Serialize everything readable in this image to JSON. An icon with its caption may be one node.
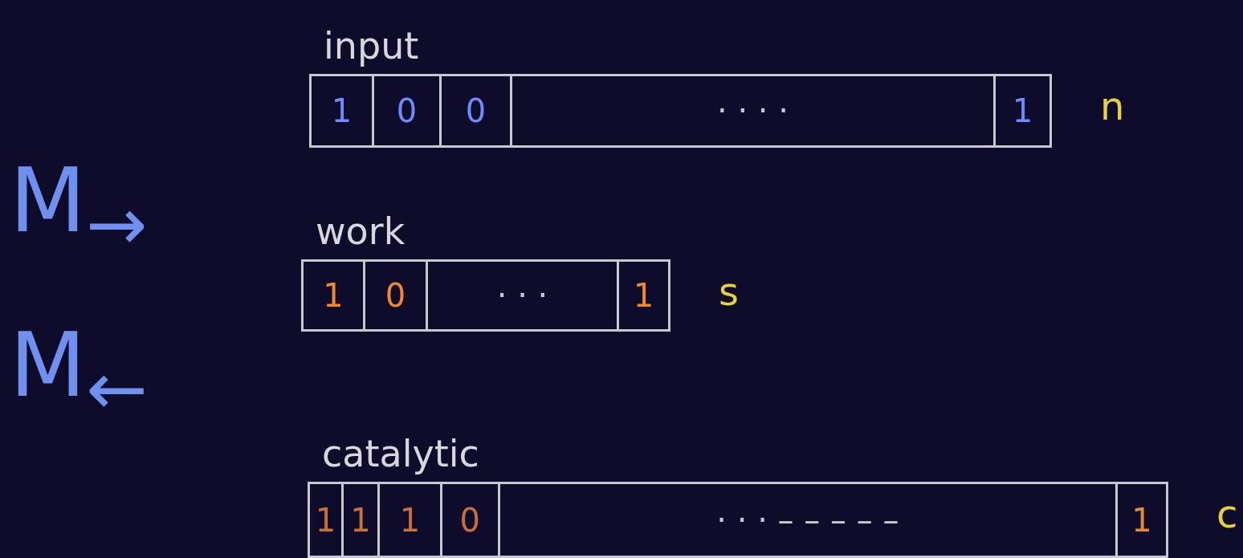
{
  "diagram": {
    "nodes": [
      {
        "text": [
          "input"
        ],
        "beside": [
          "n"
        ]
      },
      {
        "text": [
          "1"
        ],
        "in": 0
      },
      {
        "text": [
          "0"
        ],
        "in": 0
      },
      {
        "text": [
          "0"
        ],
        "in": 0
      },
      {
        "text": [
          "· · · ·"
        ],
        "in": 0
      },
      {
        "text": [
          "1"
        ],
        "in": 0
      },
      {
        "text": [
          "work"
        ],
        "beside": [
          "s"
        ]
      },
      {
        "text": [
          "1"
        ],
        "in": 6
      },
      {
        "text": [
          "0"
        ],
        "in": 6
      },
      {
        "text": [
          "· · ·"
        ],
        "in": 6
      },
      {
        "text": [
          "1"
        ],
        "in": 6
      },
      {
        "text": [
          "catalytic"
        ],
        "beside": [
          "c"
        ]
      },
      {
        "text": [
          "1"
        ],
        "in": 11
      },
      {
        "text": [
          "1"
        ],
        "in": 11
      },
      {
        "text": [
          "1"
        ],
        "in": 11
      },
      {
        "text": [
          "0"
        ],
        "in": 11
      },
      {
        "text": [
          "· · · – – – – –"
        ],
        "in": 11
      },
      {
        "text": [
          "1"
        ],
        "in": 11
      }
    ],
    "edges": [],
    "labels": [
      "M$_{→}$",
      "M$_{←}$"
    ]
  }
}
